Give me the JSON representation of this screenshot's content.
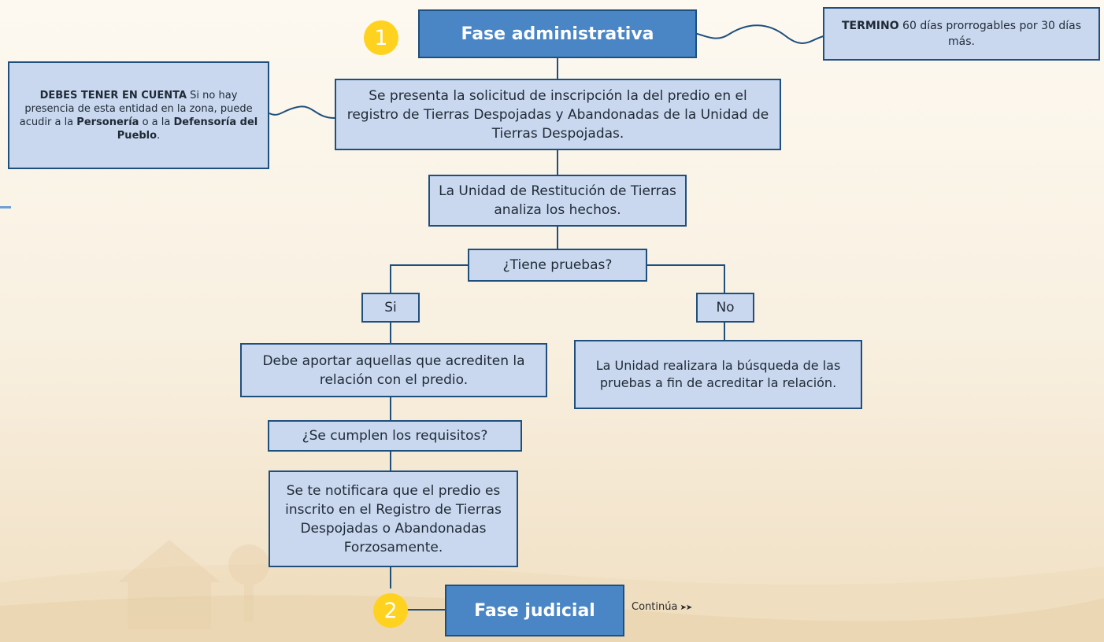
{
  "phases": {
    "phase1": {
      "number": "1",
      "title": "Fase administrativa"
    },
    "phase2": {
      "number": "2",
      "title": "Fase judicial"
    }
  },
  "notes": {
    "term": {
      "bold": "TERMINO",
      "text": " 60 días prorrogables por 30 días más."
    },
    "note": {
      "bold1": "DEBES TENER EN CUENTA",
      "text1": " Si no hay presencia de esta entidad en la zona, puede acudir a la ",
      "bold2": "Personería",
      "text2": " o a la ",
      "bold3": "Defensoría del Pueblo",
      "text3": "."
    }
  },
  "steps": {
    "request": "Se presenta la solicitud de inscripción la del predio en el registro de Tierras Despojadas y Abandonadas de la Unidad de Tierras Despojadas.",
    "analysis": "La Unidad de Restitución de Tierras analiza los hechos.",
    "question_evidence": "¿Tiene pruebas?",
    "yes": "Si",
    "no": "No",
    "provide_evidence": "Debe aportar aquellas que acrediten la relación con el predio.",
    "unit_search": "La Unidad realizara la búsqueda de las pruebas a fin de acreditar la relación.",
    "question_requirements": "¿Se cumplen los requisitos?",
    "notification": "Se te notificara que el predio es inscrito en el Registro de Tierras Despojadas o Abandonadas Forzosamente."
  },
  "continue": {
    "label": "Continúa",
    "arrows": "➤➤"
  },
  "colors": {
    "node_fill": "#c9d8ef",
    "node_border": "#1f4f7d",
    "phase_fill": "#4a86c5",
    "number_badge": "#ffd21f",
    "background": "#f8efdf"
  }
}
